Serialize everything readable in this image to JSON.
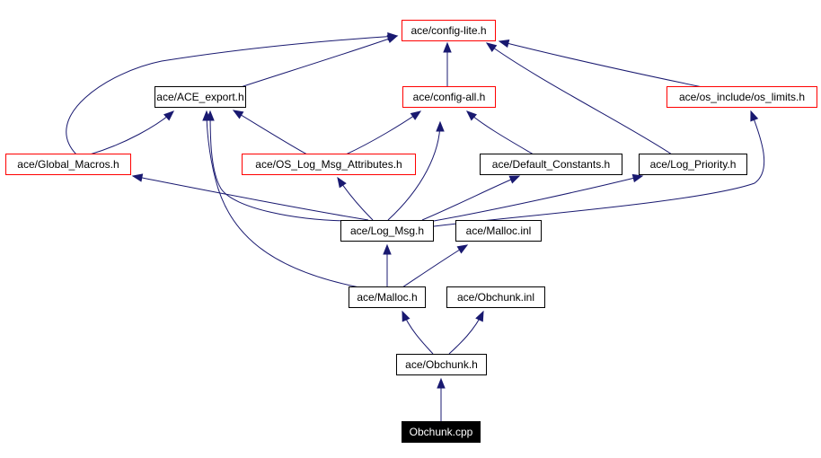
{
  "colors": {
    "edge": "#191970",
    "node_border": "#000000",
    "boundary_border": "#ff0000",
    "root_fill": "#000000",
    "root_text": "#ffffff"
  },
  "nodes": {
    "config_lite": {
      "label": "ace/config-lite.h"
    },
    "ace_export": {
      "label": "ace/ACE_export.h"
    },
    "config_all": {
      "label": "ace/config-all.h"
    },
    "os_limits": {
      "label": "ace/os_include/os_limits.h"
    },
    "global_macros": {
      "label": "ace/Global_Macros.h"
    },
    "os_log_msg_attr": {
      "label": "ace/OS_Log_Msg_Attributes.h"
    },
    "default_constants": {
      "label": "ace/Default_Constants.h"
    },
    "log_priority": {
      "label": "ace/Log_Priority.h"
    },
    "log_msg": {
      "label": "ace/Log_Msg.h"
    },
    "malloc_inl": {
      "label": "ace/Malloc.inl"
    },
    "malloc_h": {
      "label": "ace/Malloc.h"
    },
    "obchunk_inl": {
      "label": "ace/Obchunk.inl"
    },
    "obchunk_h": {
      "label": "ace/Obchunk.h"
    },
    "obchunk_cpp": {
      "label": "Obchunk.cpp"
    }
  },
  "edges": [
    {
      "from": "ace_export",
      "to": "config_lite"
    },
    {
      "from": "global_macros",
      "to": "config_lite"
    },
    {
      "from": "config_all",
      "to": "config_lite"
    },
    {
      "from": "os_limits",
      "to": "config_lite"
    },
    {
      "from": "log_priority",
      "to": "config_lite"
    },
    {
      "from": "global_macros",
      "to": "ace_export"
    },
    {
      "from": "os_log_msg_attr",
      "to": "ace_export"
    },
    {
      "from": "os_log_msg_attr",
      "to": "config_all"
    },
    {
      "from": "default_constants",
      "to": "config_all"
    },
    {
      "from": "log_msg",
      "to": "global_macros"
    },
    {
      "from": "log_msg",
      "to": "ace_export"
    },
    {
      "from": "log_msg",
      "to": "os_log_msg_attr"
    },
    {
      "from": "log_msg",
      "to": "config_all"
    },
    {
      "from": "log_msg",
      "to": "default_constants"
    },
    {
      "from": "log_msg",
      "to": "log_priority"
    },
    {
      "from": "log_msg",
      "to": "os_limits"
    },
    {
      "from": "malloc_h",
      "to": "log_msg"
    },
    {
      "from": "malloc_h",
      "to": "malloc_inl"
    },
    {
      "from": "malloc_h",
      "to": "ace_export"
    },
    {
      "from": "obchunk_h",
      "to": "malloc_h"
    },
    {
      "from": "obchunk_h",
      "to": "obchunk_inl"
    },
    {
      "from": "obchunk_cpp",
      "to": "obchunk_h"
    }
  ]
}
